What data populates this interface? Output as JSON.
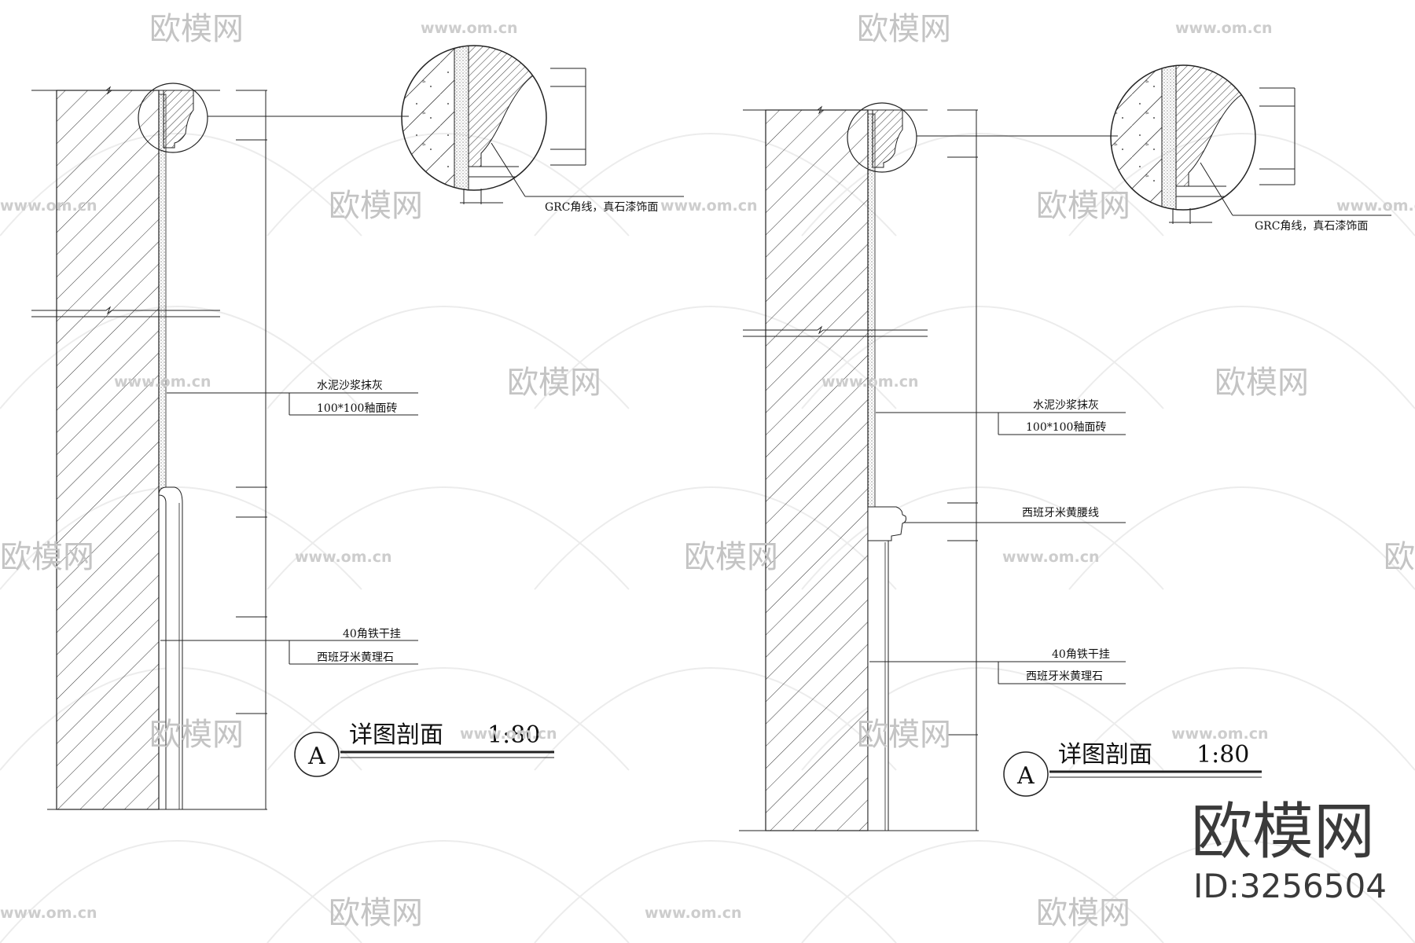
{
  "watermark": {
    "brand": "欧模网",
    "url": "www.om.cn",
    "id_label": "ID:3256504"
  },
  "left_detail": {
    "callout_label": "GRC角线，真石漆饰面",
    "label_plaster": "水泥沙浆抹灰",
    "label_tile": "100*100釉面砖",
    "label_angle": "40角铁干挂",
    "label_marble": "西班牙米黄理石",
    "title_letter": "A",
    "title_text": "详图剖面",
    "title_scale": "1:80"
  },
  "right_detail": {
    "callout_label": "GRC角线，真石漆饰面",
    "label_plaster": "水泥沙浆抹灰",
    "label_tile": "100*100釉面砖",
    "label_waistline": "西班牙米黄腰线",
    "label_angle": "40角铁干挂",
    "label_marble": "西班牙米黄理石",
    "title_letter": "A",
    "title_text": "详图剖面",
    "title_scale": "1:80"
  }
}
